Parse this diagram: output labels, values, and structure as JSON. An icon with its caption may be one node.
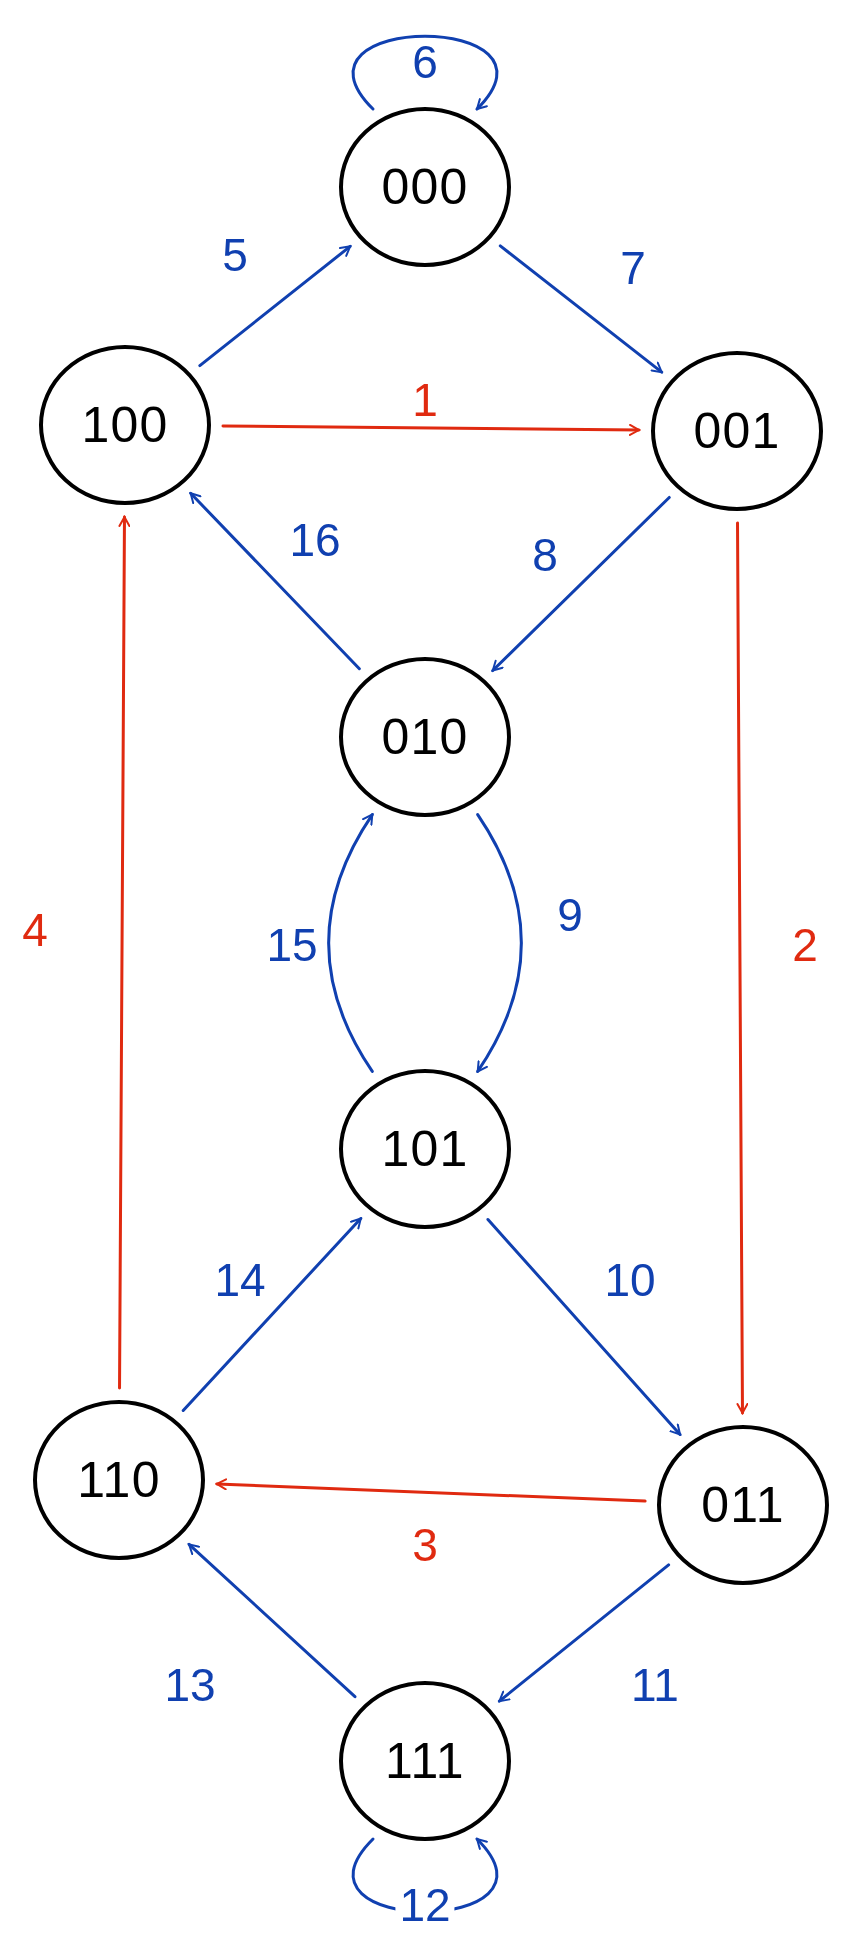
{
  "diagram": {
    "nodes": [
      {
        "text": [
          "000"
        ]
      },
      {
        "text": [
          "100"
        ]
      },
      {
        "text": [
          "001"
        ]
      },
      {
        "text": [
          "010"
        ]
      },
      {
        "text": [
          "101"
        ]
      },
      {
        "text": [
          "110"
        ]
      },
      {
        "text": [
          "011"
        ]
      },
      {
        "text": [
          "111"
        ]
      }
    ],
    "edges": [
      {
        "from": 1,
        "to": 2,
        "arrow": "to",
        "label": "1",
        "color": "#e02a10"
      },
      {
        "from": 2,
        "to": 6,
        "arrow": "to",
        "label": "2",
        "color": "#e02a10"
      },
      {
        "from": 6,
        "to": 5,
        "arrow": "to",
        "label": "3",
        "color": "#e02a10"
      },
      {
        "from": 5,
        "to": 1,
        "arrow": "to",
        "label": "4",
        "color": "#e02a10"
      },
      {
        "from": 1,
        "to": 0,
        "arrow": "to",
        "label": "5"
      },
      {
        "from": 0,
        "to": 0,
        "arrow": "to",
        "label": "6"
      },
      {
        "from": 0,
        "to": 2,
        "arrow": "to",
        "label": "7"
      },
      {
        "from": 2,
        "to": 3,
        "arrow": "to",
        "label": "8"
      },
      {
        "from": 3,
        "to": 4,
        "arrow": "to",
        "label": "9"
      },
      {
        "from": 4,
        "to": 6,
        "arrow": "to",
        "label": "10"
      },
      {
        "from": 6,
        "to": 7,
        "arrow": "to",
        "label": "11"
      },
      {
        "from": 7,
        "to": 7,
        "arrow": "to",
        "label": "12"
      },
      {
        "from": 7,
        "to": 5,
        "arrow": "to",
        "label": "13"
      },
      {
        "from": 5,
        "to": 4,
        "arrow": "to",
        "label": "14"
      },
      {
        "from": 4,
        "to": 3,
        "arrow": "to",
        "label": "15"
      },
      {
        "from": 3,
        "to": 1,
        "arrow": "to",
        "label": "16"
      }
    ]
  }
}
